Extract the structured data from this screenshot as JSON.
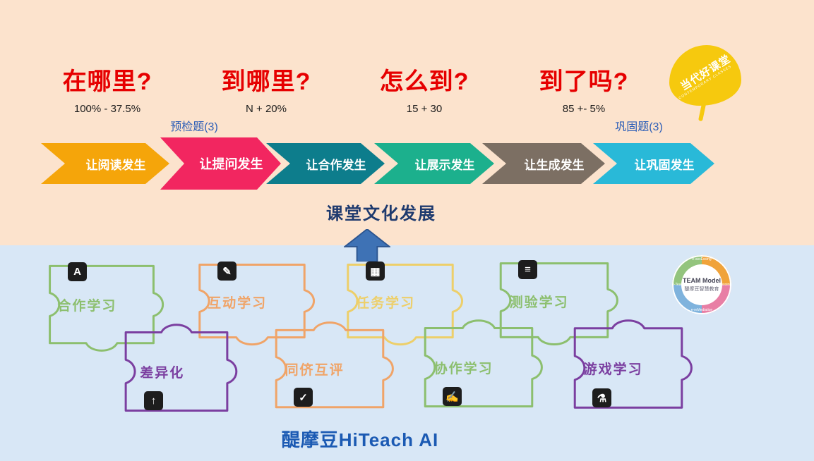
{
  "colors": {
    "top_bg": "#fce3cd",
    "bottom_bg": "#d8e7f6",
    "question_red": "#e60000",
    "label_blue": "#2e5fb7",
    "caption_navy": "#1e3a6e",
    "hiteach_blue": "#1b5ab3",
    "up_arrow": "#3e72b5",
    "up_arrow_border": "#2c5590"
  },
  "top": {
    "questions": [
      {
        "title": "在哪里?",
        "stat": "100% - 37.5%"
      },
      {
        "title": "到哪里?",
        "stat": "N + 20%"
      },
      {
        "title": "怎么到?",
        "stat": "15 + 30"
      },
      {
        "title": "到了吗?",
        "stat": "85 +- 5%"
      }
    ],
    "logo": {
      "text": "当代好课堂",
      "subtext": "CONTEMPORARY CLASSES",
      "color": "#f6c90e"
    },
    "pre_check_label": "预检题(3)",
    "consolidate_label": "巩固题(3)",
    "arrows": [
      {
        "label": "让阅读发生",
        "color": "#f5a50a"
      },
      {
        "label": "让提问发生",
        "color": "#f22660"
      },
      {
        "label": "让合作发生",
        "color": "#0d7d8c"
      },
      {
        "label": "让展示发生",
        "color": "#1cb08d"
      },
      {
        "label": "让生成发生",
        "color": "#7c6f63"
      },
      {
        "label": "让巩固发生",
        "color": "#29b9d8"
      }
    ],
    "flow_caption": "课堂文化发展"
  },
  "bottom": {
    "puzzles": [
      {
        "label": "合作学习",
        "color": "#8cbf6e",
        "icon": "letter-a-icon",
        "glyph": "A"
      },
      {
        "label": "互动学习",
        "color": "#f0a468",
        "icon": "pencil-icon",
        "glyph": "✎"
      },
      {
        "label": "任务学习",
        "color": "#edcf6a",
        "icon": "grid-icon",
        "glyph": "▦"
      },
      {
        "label": "测验学习",
        "color": "#8cbf6e",
        "icon": "list-icon",
        "glyph": "≡"
      },
      {
        "label": "差异化",
        "color": "#7b3fa0",
        "icon": "share-icon",
        "glyph": "↑"
      },
      {
        "label": "同侪互评",
        "color": "#f0a468",
        "icon": "stamp-icon",
        "glyph": "✓"
      },
      {
        "label": "协作学习",
        "color": "#8cbf6e",
        "icon": "collaboration-icon",
        "glyph": "✍"
      },
      {
        "label": "游戏学习",
        "color": "#7b3fa0",
        "icon": "flask-icon",
        "glyph": "⚗"
      }
    ],
    "badge": {
      "line1": "TEAM Model",
      "line2": "醍摩豆智慧教育",
      "ring_labels": [
        "e-assEssing",
        "e-diAgnosing",
        "e-reMediation",
        "e-Teaching"
      ]
    },
    "caption": "醍摩豆HiTeach AI"
  }
}
